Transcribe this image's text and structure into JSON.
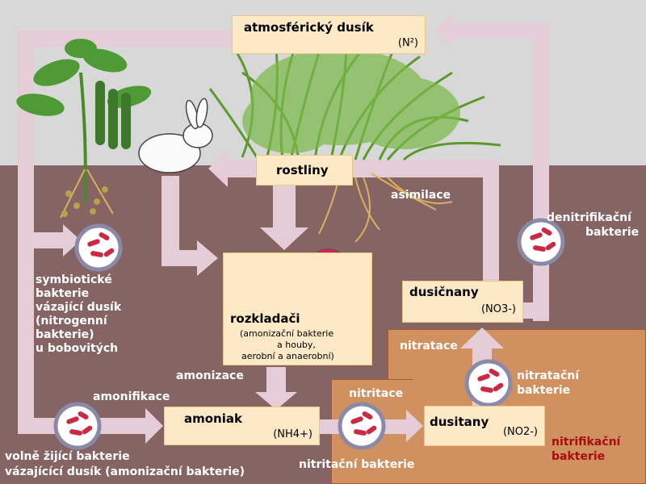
{
  "colors": {
    "sky": "#d8d8d8",
    "soil": "#866464",
    "arrow": "#e4cdd6",
    "box_fill": "#fde9c6",
    "nitri_zone": "#d09060",
    "nitri_label": "#a80d0d",
    "bacteria": "#cc2a44",
    "bacteria_ring": "#8a8aa8"
  },
  "nodes": {
    "atmos": {
      "title": "atmosférický dusík",
      "formula": "(N²)"
    },
    "plants": {
      "title": "rostliny"
    },
    "decomposers": {
      "title": "rozkladači",
      "note_line1": "(amonizační bakterie",
      "note_line2": "a houby,",
      "note_line3": "aerobní a anaerobní)"
    },
    "ammonia": {
      "title": "amoniak",
      "formula": "(NH4+)"
    },
    "nitrite": {
      "title": "dusitany",
      "formula": "(NO2-)"
    },
    "nitrate": {
      "title": "dusičnany",
      "formula": "(NO3-)"
    }
  },
  "labels": {
    "symbiotic": [
      "symbiotické",
      "bakterie",
      "vázající dusík",
      "(nitrogenní",
      "bakterie)",
      "u bobovitých"
    ],
    "free_living_line1": "volně žijící bakterie",
    "free_living_line2": "vázajícící dusík (amonizační bakterie)",
    "amonifikace": "amonifikace",
    "amonizace": "amonizace",
    "asimilace": "asimilace",
    "denitrifying_line1": "denitrifikační",
    "denitrifying_line2": "bakterie",
    "nitratace": "nitratace",
    "nitrating_line1": "nitratační",
    "nitrating_line2": "bakterie",
    "nitritace": "nitritace",
    "nitriting": "nitritační bakterie",
    "nitrifying_line1": "nitrifikační",
    "nitrifying_line2": "bakterie"
  }
}
